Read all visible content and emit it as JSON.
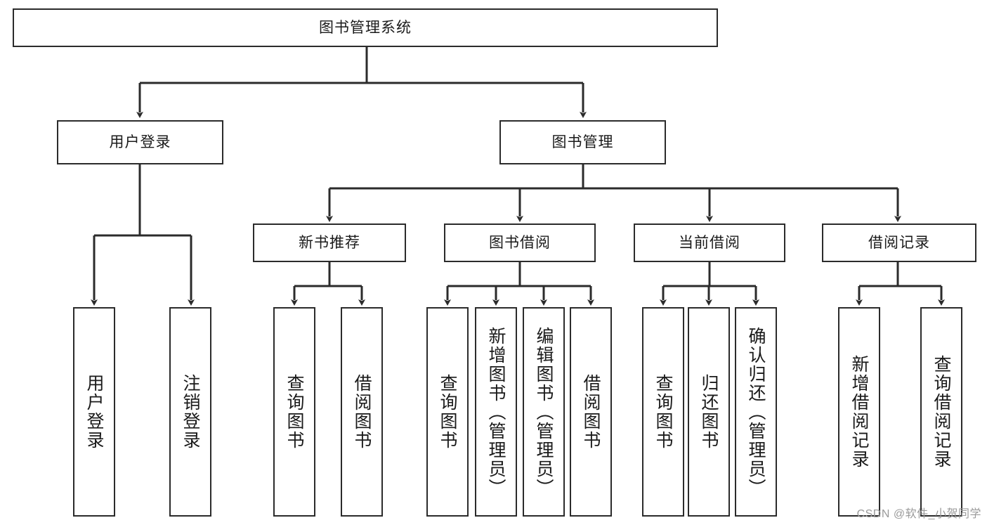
{
  "diagram": {
    "title": "图书管理系统",
    "watermark": "CSDN @软件_小贺同学",
    "colors": {
      "stroke": "#2b2b2b",
      "fill": "#ffffff",
      "text": "#1a1a1a",
      "watermark": "#9a9a9a"
    },
    "levels": {
      "root": {
        "label": "图书管理系统"
      },
      "level2": [
        {
          "label": "用户登录"
        },
        {
          "label": "图书管理"
        }
      ],
      "level3": [
        {
          "label": "新书推荐"
        },
        {
          "label": "图书借阅"
        },
        {
          "label": "当前借阅"
        },
        {
          "label": "借阅记录"
        }
      ],
      "leaves_user_login": [
        {
          "label": "用户登录"
        },
        {
          "label": "注销登录"
        }
      ],
      "leaves_new_books": [
        {
          "label": "查询图书"
        },
        {
          "label": "借阅图书"
        }
      ],
      "leaves_borrow": [
        {
          "label": "查询图书"
        },
        {
          "label": "新增图书（管理员）"
        },
        {
          "label": "编辑图书（管理员）"
        },
        {
          "label": "借阅图书"
        }
      ],
      "leaves_current": [
        {
          "label": "查询图书"
        },
        {
          "label": "归还图书"
        },
        {
          "label": "确认归还（管理员）"
        }
      ],
      "leaves_records": [
        {
          "label": "新增借阅记录"
        },
        {
          "label": "查询借阅记录"
        }
      ]
    }
  }
}
